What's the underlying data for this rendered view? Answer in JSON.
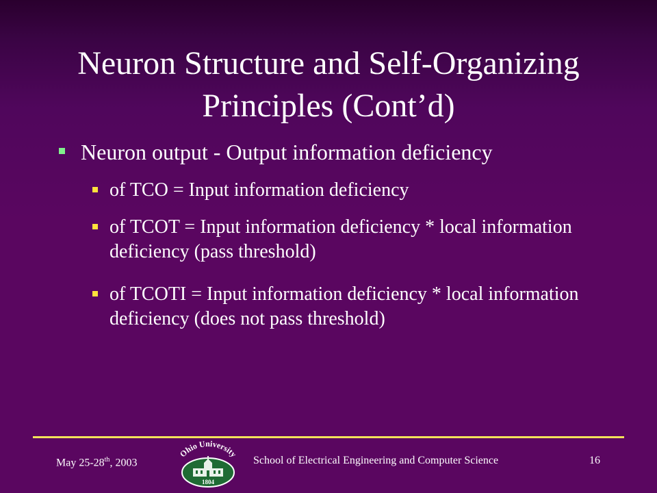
{
  "slide": {
    "title": "Neuron Structure and Self-Organizing Principles (Cont’d)",
    "bullet": "Neuron output - Output information deficiency",
    "sub_bullets": [
      "of TCO = Input information deficiency",
      "of TCOT = Input information deficiency * local information deficiency (pass threshold)",
      "of TCOTI = Input information deficiency * local information deficiency (does not pass threshold)"
    ]
  },
  "footer": {
    "date_prefix": "May 25-28",
    "date_sup": "th",
    "date_suffix": ", 2003",
    "school": "School of Electrical Engineering and Computer Science",
    "page_number": "16",
    "logo_text": "Ohio University",
    "logo_year": "1804"
  },
  "colors": {
    "bullet_level1": "#80f08c",
    "bullet_level2": "#ffe13c",
    "footer_rule": "#f3e25a",
    "background": "#5a0660"
  }
}
